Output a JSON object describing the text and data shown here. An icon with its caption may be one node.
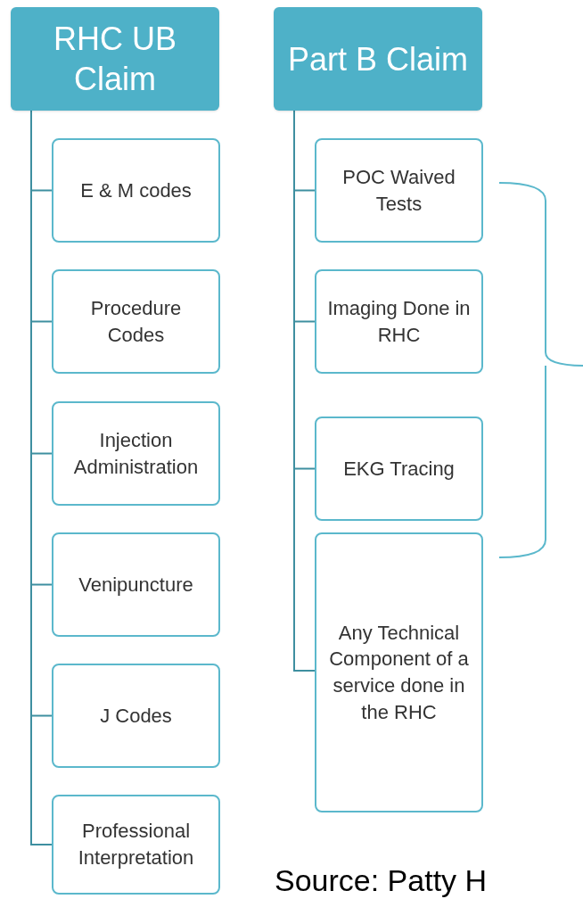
{
  "diagram": {
    "nodes": [
      {
        "text": [
          "RHC UB Claim"
        ]
      },
      {
        "text": [
          "E & M codes"
        ]
      },
      {
        "text": [
          "Procedure Codes"
        ]
      },
      {
        "text": [
          "Injection Administration"
        ]
      },
      {
        "text": [
          "Venipuncture"
        ]
      },
      {
        "text": [
          "J Codes"
        ]
      },
      {
        "text": [
          "Professional Interpretation"
        ]
      },
      {
        "text": [
          "Part B Claim"
        ]
      },
      {
        "text": [
          "POC Waived Tests"
        ]
      },
      {
        "text": [
          "Imaging Done in RHC"
        ]
      },
      {
        "text": [
          "EKG Tracing"
        ]
      },
      {
        "text": [
          "Any Technical Component of a service done in the RHC"
        ]
      }
    ],
    "edges": [
      {
        "from": 0,
        "to": 1,
        "arrow": "none"
      },
      {
        "from": 0,
        "to": 2,
        "arrow": "none"
      },
      {
        "from": 0,
        "to": 3,
        "arrow": "none"
      },
      {
        "from": 0,
        "to": 4,
        "arrow": "none"
      },
      {
        "from": 0,
        "to": 5,
        "arrow": "none"
      },
      {
        "from": 0,
        "to": 6,
        "arrow": "none"
      },
      {
        "from": 7,
        "to": 8,
        "arrow": "none"
      },
      {
        "from": 7,
        "to": 9,
        "arrow": "none"
      },
      {
        "from": 7,
        "to": 10,
        "arrow": "none"
      },
      {
        "from": 7,
        "to": 11,
        "arrow": "none"
      }
    ],
    "labels": [
      "Source: Patty H"
    ]
  }
}
